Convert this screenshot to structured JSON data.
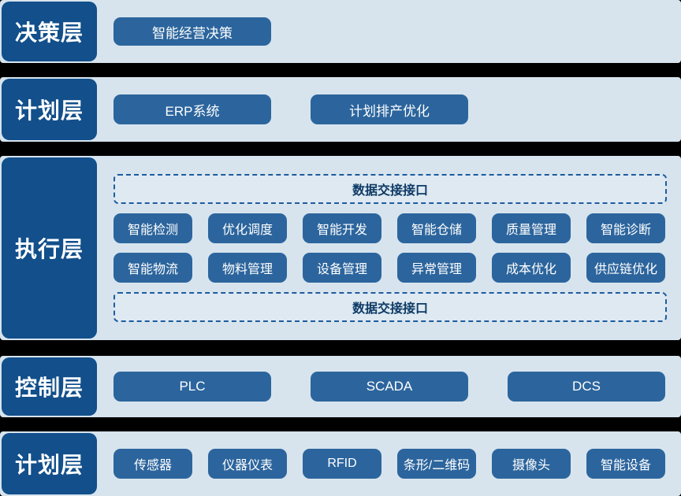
{
  "colors": {
    "gap_background": "#000000",
    "row_background": "#d7e4ee",
    "layer_label_background": "#124f8b",
    "node_background": "#2c659d",
    "dashed_border": "#1d5c9e",
    "dashed_text": "#0d3a66",
    "node_text": "#ffffff"
  },
  "layers": {
    "decision": {
      "label": "决策层",
      "buttons": {
        "b1": "智能经营决策"
      }
    },
    "planning": {
      "label": "计划层",
      "buttons": {
        "b1": "ERP系统",
        "b2": "计划排产优化"
      }
    },
    "execution": {
      "label": "执行层",
      "interface_top": "数据交接接口",
      "interface_bottom": "数据交接接口",
      "row1": {
        "c1": "智能检测",
        "c2": "优化调度",
        "c3": "智能开发",
        "c4": "智能仓储",
        "c5": "质量管理",
        "c6": "智能诊断"
      },
      "row2": {
        "c1": "智能物流",
        "c2": "物料管理",
        "c3": "设备管理",
        "c4": "异常管理",
        "c5": "成本优化",
        "c6": "供应链优化"
      }
    },
    "control": {
      "label": "控制层",
      "buttons": {
        "b1": "PLC",
        "b2": "SCADA",
        "b3": "DCS"
      }
    },
    "device": {
      "label": "计划层",
      "buttons": {
        "b1": "传感器",
        "b2": "仪器仪表",
        "b3": "RFID",
        "b4": "条形/二维码",
        "b5": "摄像头",
        "b6": "智能设备"
      }
    }
  }
}
